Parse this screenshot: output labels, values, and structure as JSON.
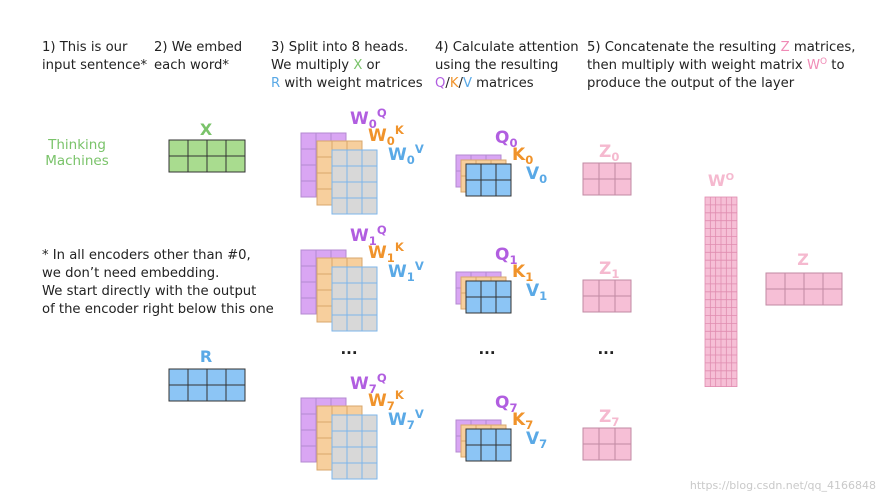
{
  "steps": {
    "s1": [
      "1) This is our",
      "input sentence*"
    ],
    "s2": [
      "2) We embed",
      "each word*"
    ],
    "s3": {
      "line1": "3) Split into 8 heads.",
      "line2_pre": "We multiply ",
      "line2_var": "X",
      "line2_post": " or",
      "line3_var": "R",
      "line3_post": " with weight matrices"
    },
    "s4": {
      "line1": "4) Calculate attention",
      "line2": "using the resulting",
      "q": "Q",
      "sep1": "/",
      "k": "K",
      "sep2": "/",
      "v": "V",
      "line3_post": " matrices"
    },
    "s5": {
      "line1_pre": "5) Concatenate the resulting ",
      "line1_var": "Z",
      "line1_post": " matrices,",
      "line2_pre": "then multiply with weight matrix ",
      "line2_var": "W",
      "line2_sup": "O",
      "line2_post": " to",
      "line3": "produce the output of the layer"
    }
  },
  "input": {
    "words": [
      "Thinking",
      "Machines"
    ]
  },
  "note": [
    "* In all encoders other than #0,",
    "we don’t need embedding.",
    "We start directly with the output",
    "of the encoder right below this one"
  ],
  "embed": {
    "x_label": "X",
    "r_label": "R"
  },
  "heads": [
    {
      "index": "0",
      "show_ellipsis": false
    },
    {
      "index": "1",
      "show_ellipsis": false
    },
    {
      "index": "7",
      "show_ellipsis": true
    }
  ],
  "labels": {
    "w": "W",
    "q": "Q",
    "k": "K",
    "v": "V",
    "z": "Z"
  },
  "ellipsis": "...",
  "output": {
    "wo_label": "W",
    "wo_sup": "O",
    "z_label": "Z"
  },
  "watermark": "https://blog.csdn.net/qq_4166848",
  "colors": {
    "green": "#a9dc8f",
    "blue": "#8cc5f5",
    "pink": "#f6bfd6",
    "purple": "#d9a6f3",
    "orange": "#f7cf9d",
    "gray": "#d8d8d8",
    "grid": "#333333",
    "wqText": "#b15ee0",
    "wkText": "#f0932b",
    "wvText": "#5aa9e6"
  }
}
